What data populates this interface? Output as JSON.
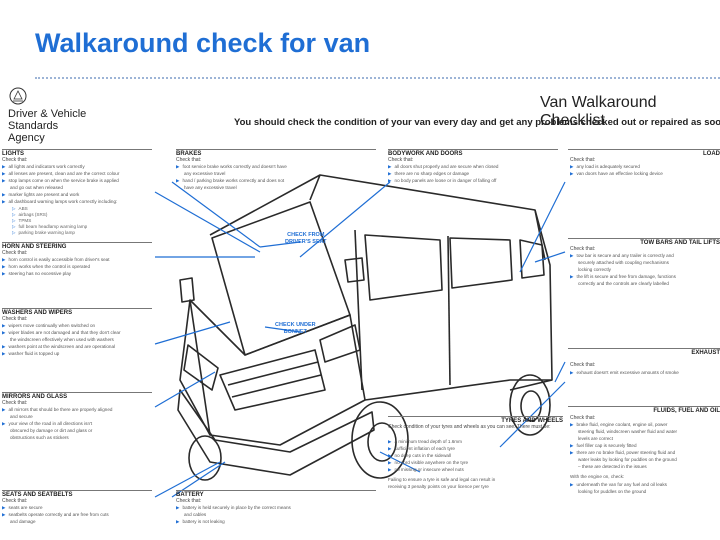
{
  "slide": {
    "title": "Walkaround check for van"
  },
  "header": {
    "agency_lines": [
      "Driver & Vehicle",
      "Standards",
      "Agency"
    ],
    "checklist_title": "Van Walkaround Checklist",
    "subtitle": "You should check the condition of your van every day and get any problems checked out or repaired as soon as you can"
  },
  "sections": {
    "lights": {
      "heading": "LIGHTS",
      "check": "Check that:",
      "items": [
        "all lights and indicators work correctly",
        "all lenses are present, clean and are the correct colour",
        "stop lamps come on when the service brake is applied",
        "and go out when released",
        "marker lights are present and work",
        "all dashboard warning lamps work correctly including:"
      ],
      "sub_items": [
        "ABS",
        "airbags (SRS)",
        "TPMS",
        "full beam headlamp warning lamp",
        "parking brake warning lamp"
      ]
    },
    "brakes": {
      "heading": "BRAKES",
      "check": "Check that:",
      "items": [
        "foot service brake works correctly and doesn't have",
        "any excessive travel",
        "hand / parking brake works correctly and does not",
        "have any excessive travel"
      ]
    },
    "bodywork": {
      "heading": "BODYWORK AND DOORS",
      "check": "Check that:",
      "items": [
        "all doors shut properly and are secure when closed",
        "there are no sharp edges or damage",
        "no body panels are loose or in danger of falling off"
      ]
    },
    "load": {
      "heading": "LOAD",
      "check": "Check that:",
      "items": [
        "any load is adequately secured",
        "van doors have an effective locking device"
      ]
    },
    "towbars": {
      "heading": "TOW BARS AND TAIL LIFTS",
      "check": "Check that:",
      "items": [
        "tow bar is secure and any trailer is correctly and",
        "securely attached with coupling mechanisms",
        "locking correctly",
        "the lift is secure and free from damage, functions",
        "correctly and the controls are clearly labelled"
      ]
    },
    "horn": {
      "heading": "HORN AND STEERING",
      "check": "Check that:",
      "items": [
        "horn control is easily accessible from driver's seat",
        "horn works when the control is operated",
        "steering has no excessive play"
      ]
    },
    "washers": {
      "heading": "WASHERS AND WIPERS",
      "check": "Check that:",
      "items": [
        "wipers move continually when switched on",
        "wiper blades are not damaged and that they don't clear",
        "the windscreen effectively when used with washers",
        "washers point at the windscreen and are operational",
        "washer fluid is topped up"
      ]
    },
    "exhaust": {
      "heading": "EXHAUST",
      "check": "Check that:",
      "items": [
        "exhaust doesn't emit excessive amounts of smoke"
      ]
    },
    "mirrors": {
      "heading": "MIRRORS AND GLASS",
      "check": "Check that:",
      "items": [
        "all mirrors that should be there are properly aligned",
        "and secure",
        "your view of the road in all directions isn't",
        "obscured by damage or dirt and glass or",
        "obstructions such as stickers"
      ]
    },
    "fluids": {
      "heading": "FLUIDS, FUEL AND OIL",
      "check": "Check that:",
      "items": [
        "brake fluid, engine coolant, engine oil, power",
        "steering fluid, windscreen washer fluid and water",
        "levels are correct",
        "fuel filler cap is securely fitted",
        "there are no brake fluid, power steering fluid and",
        "water leaks by looking for puddles on the ground",
        "– these are detected in the issues",
        "With the engine on, check:",
        "underneath the van for any fuel and oil leaks",
        "looking for puddles on the ground"
      ]
    },
    "tyres": {
      "heading": "TYRES AND WHEELS",
      "check": "Check condition of your tyres and wheels as you can see. There must be:",
      "items": [
        "a minimum tread depth of 1.6mm",
        "sufficient inflation of each tyre",
        "no deep cuts in the sidewall",
        "no cord visible anywhere on the tyre",
        "no missing or insecure wheel nuts"
      ],
      "footer": [
        "Failing to ensure a tyre is safe and legal can result in",
        "receiving 3 penalty points on your licence per tyre"
      ]
    },
    "seats": {
      "heading": "SEATS AND SEATBELTS",
      "check": "Check that:",
      "items": [
        "seats are secure",
        "seatbelts operate correctly and are free from cuts",
        "and damage"
      ]
    },
    "battery": {
      "heading": "BATTERY",
      "check": "Check that:",
      "items": [
        "battery is held securely in place by the correct means",
        "and cables",
        "battery is not leaking"
      ]
    }
  },
  "callouts": {
    "drivers_seat": [
      "CHECK FROM",
      "DRIVER'S SEAT"
    ],
    "bonnet": [
      "CHECK UNDER",
      "BONNET"
    ]
  },
  "colors": {
    "title": "#1f6ed4",
    "accent": "#1f6ed4",
    "van_outline": "#2a2a2a"
  }
}
